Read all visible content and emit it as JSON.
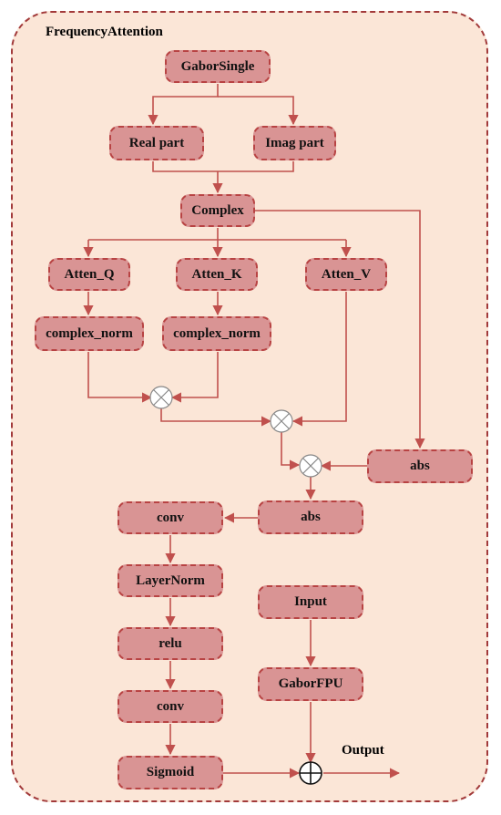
{
  "title": "FrequencyAttention",
  "nodes": {
    "gabor_single": "GaborSingle",
    "real_part": "Real part",
    "imag_part": "Imag part",
    "complex": "Complex",
    "atten_q": "Atten_Q",
    "atten_k": "Atten_K",
    "atten_v": "Atten_V",
    "complex_norm_q": "complex_norm",
    "complex_norm_k": "complex_norm",
    "abs_right": "abs",
    "abs_mid": "abs",
    "conv_1": "conv",
    "layernorm": "LayerNorm",
    "relu": "relu",
    "conv_2": "conv",
    "sigmoid": "Sigmoid",
    "input": "Input",
    "gabor_fpu": "GaborFPU"
  },
  "output_label": "Output",
  "colors": {
    "background": "#fbe6d7",
    "border": "#a23a3a",
    "node_fill": "#d99494",
    "node_border": "#b84343",
    "arrow": "#c0504d"
  }
}
